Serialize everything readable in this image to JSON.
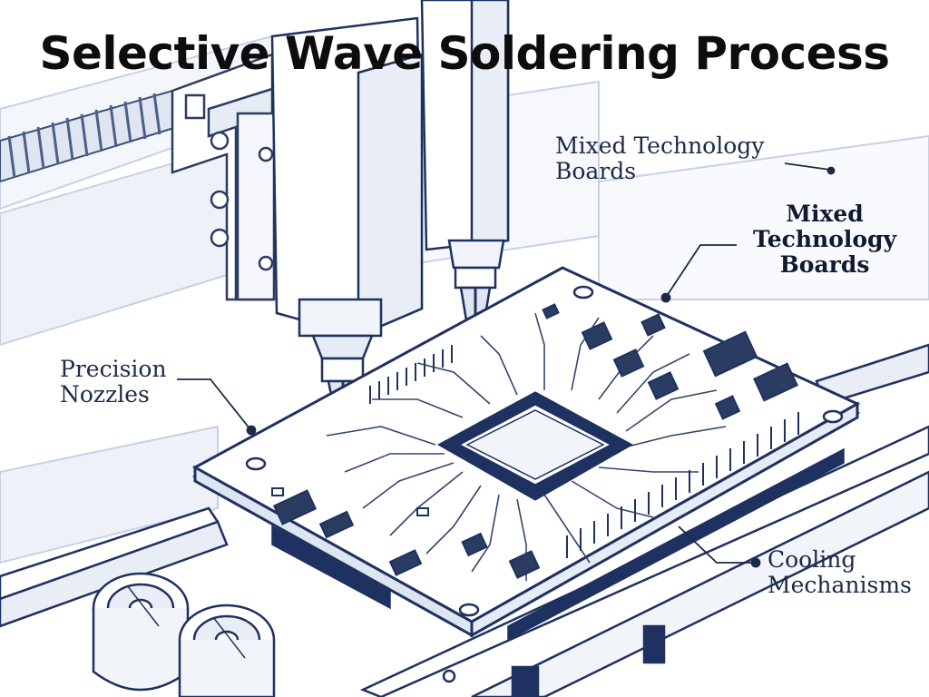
{
  "title": "Selective Wave Soldering Process",
  "labels": {
    "mixed_technology_1": [
      "Mixed Technology",
      "Boards"
    ],
    "mixed_technology_2": [
      "Mixed",
      "Technology",
      "Boards"
    ],
    "precision_nozzles": [
      "Precision",
      "Nozzles"
    ],
    "cooling_mechanisms": [
      "Cooling",
      "Mechanisms"
    ]
  },
  "colors": {
    "ink": "#1c2a45",
    "navy": "#1e3160",
    "light_blue": "#e8eef7",
    "mid_blue": "#b7c5dc"
  }
}
